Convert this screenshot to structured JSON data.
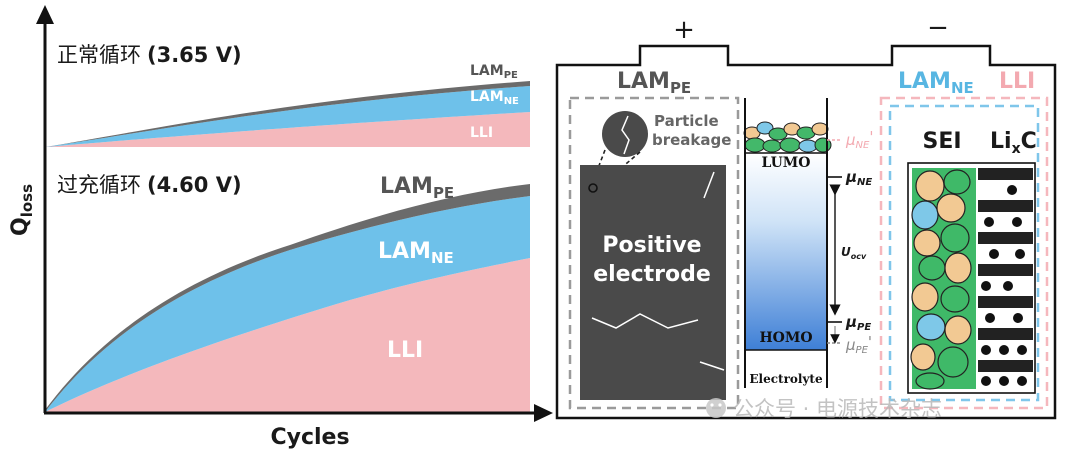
{
  "left_panel": {
    "y_axis_label": "Q",
    "y_axis_label_sub": "loss",
    "x_axis_label": "Cycles",
    "normal": {
      "title_cn": "正常循环",
      "title_v": "(3.65 V)",
      "label_lam_pe": "LAM",
      "label_lam_pe_sub": "PE",
      "label_lam_ne": "LAM",
      "label_lam_ne_sub": "NE",
      "label_lli": "LLI"
    },
    "over": {
      "title_cn": "过充循环",
      "title_v": "(4.60 V)",
      "label_lam_pe": "LAM",
      "label_lam_pe_sub": "PE",
      "label_lam_ne": "LAM",
      "label_lam_ne_sub": "NE",
      "label_lli": "LLI"
    }
  },
  "right_panel": {
    "plus": "+",
    "minus": "−",
    "lam_pe": "LAM",
    "lam_pe_sub": "PE",
    "lam_ne": "LAM",
    "lam_ne_sub": "NE",
    "lli": "LLI",
    "particle_1": "Particle",
    "particle_2": "breakage",
    "electrode_1": "Positive",
    "electrode_2": "electrode",
    "lumo": "LUMO",
    "homo": "HOMO",
    "electrolyte": "Electrolyte",
    "mu_ne_prime": "μ",
    "mu_ne_prime_sub": "NE",
    "mu_ne_prime_mark": "'",
    "mu_ne": "μ",
    "mu_ne_sub": "NE",
    "u_ocv": "U",
    "u_ocv_sub": "ocv",
    "mu_pe": "μ",
    "mu_pe_sub": "PE",
    "mu_pe_prime": "μ",
    "mu_pe_prime_sub": "PE",
    "mu_pe_prime_mark": "'",
    "sei": "SEI",
    "lixc_1": "Li",
    "lixc_sub": "x",
    "lixc_2": "C"
  },
  "watermark": "公众号 · 电源技术杂志",
  "colors": {
    "lli": "#f4b8bc",
    "lam_ne": "#6ec1ea",
    "lam_pe": "#6b6b6b",
    "electrode": "#4a4a4a",
    "lam_ne_text": "#58b6e2",
    "lli_text": "#f3a9b0"
  }
}
